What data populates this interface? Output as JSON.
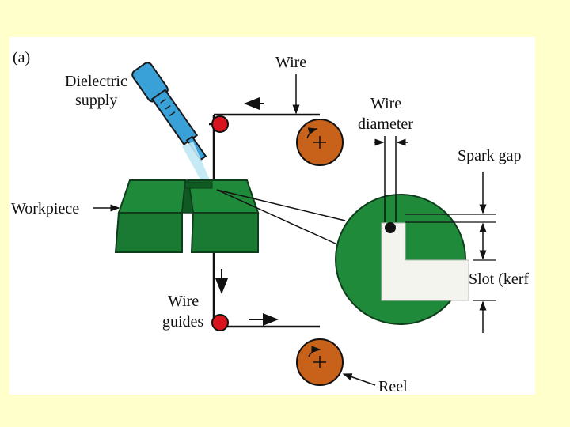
{
  "figure": {
    "panel_label": "(a)",
    "labels": {
      "dielectric_line1": "Dielectric",
      "dielectric_line2": "supply",
      "wire": "Wire",
      "wire_diameter_line1": "Wire",
      "wire_diameter_line2": "diameter",
      "spark_gap": "Spark gap",
      "workpiece": "Workpiece",
      "slot_kerf": "Slot (kerf",
      "wire_guides_line1": "Wire",
      "wire_guides_line2": "guides",
      "reel": "Reel"
    }
  },
  "colors": {
    "background": "#ffffcc",
    "panel": "#ffffff",
    "workpiece_green": "#1f8a3a",
    "workpiece_dark": "#0f5a22",
    "reel_orange": "#c8621a",
    "guide_red": "#d8141e",
    "nozzle_blue": "#3aa0d8",
    "spray_cyan": "#bfe8f5"
  }
}
